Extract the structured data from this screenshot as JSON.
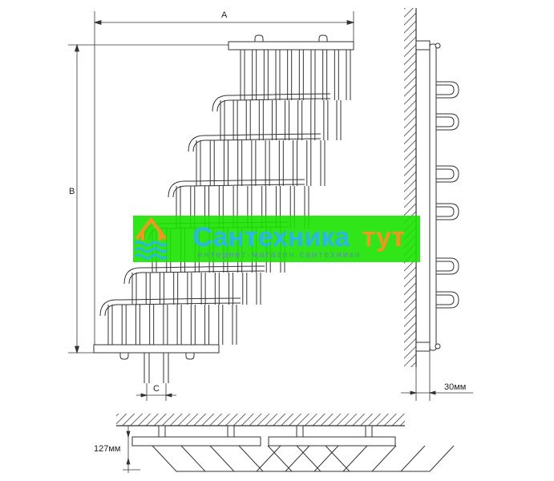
{
  "dimensions": {
    "a_label": "A",
    "b_label": "B",
    "c_label": "C",
    "wall_offset": "30мм",
    "depth": "127мм"
  },
  "watermark": {
    "brand_part1": "Сантехника",
    "brand_part2": "тут",
    "tagline": "интернет-магазин сантехники",
    "background_color": "#19e300",
    "part1_color": "#29b6e8",
    "part2_color": "#f7941d"
  },
  "colors": {
    "line": "#333333",
    "wall_hatch": "#444444"
  }
}
